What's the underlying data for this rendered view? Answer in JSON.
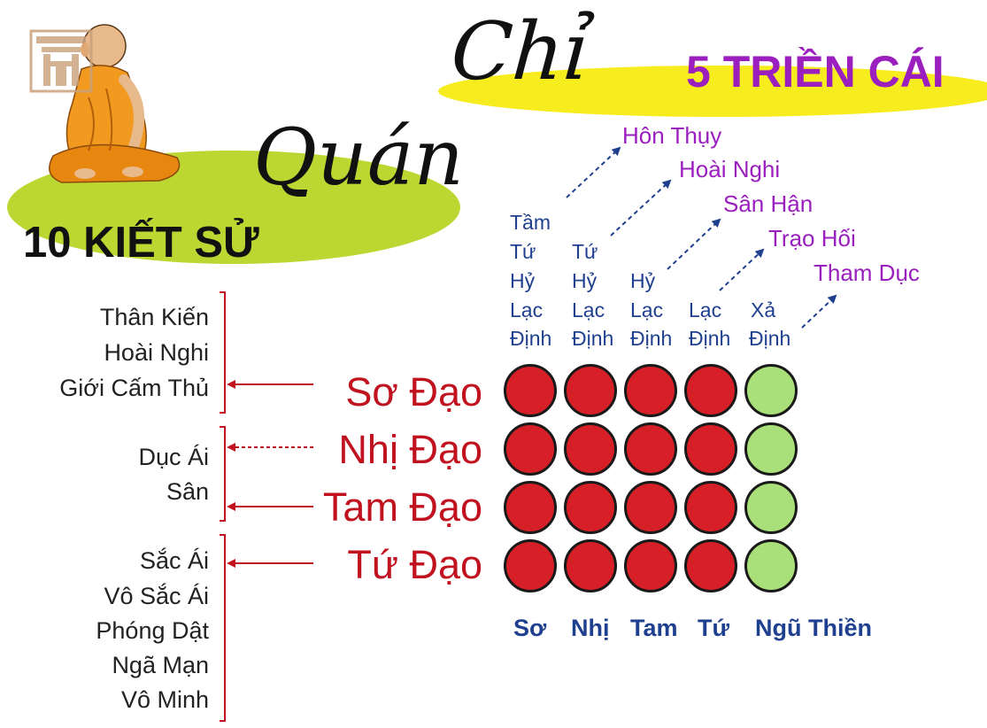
{
  "titles": {
    "chi": "Chỉ",
    "quan": "Quán",
    "trien_cai": "5 TRIỀN CÁI",
    "ket_su": "10 KIẾT SỬ"
  },
  "fetters": {
    "group1": [
      "Thân Kiến",
      "Hoài Nghi",
      "Giới Cấm Thủ"
    ],
    "group2": [
      "Dục Ái",
      "Sân"
    ],
    "group3": [
      "Sắc Ái",
      "Vô Sắc Ái",
      "Phóng Dật",
      "Ngã Mạn",
      "Vô Minh"
    ]
  },
  "paths": [
    "Sơ Đạo",
    "Nhị Đạo",
    "Tam Đạo",
    "Tứ Đạo"
  ],
  "jhana_factors": {
    "col1": [
      "Tầm",
      "Tứ",
      "Hỷ",
      "Lạc",
      "Định"
    ],
    "col2": [
      "Tứ",
      "Hỷ",
      "Lạc",
      "Định"
    ],
    "col3": [
      "Hỷ",
      "Lạc",
      "Định"
    ],
    "col4": [
      "Lạc",
      "Định"
    ],
    "col5": [
      "Xả",
      "Định"
    ]
  },
  "hindrances": [
    "Hôn Thụy",
    "Hoài Nghi",
    "Sân Hận",
    "Trạo Hối",
    "Tham Dục"
  ],
  "jhanas": [
    "Sơ",
    "Nhị",
    "Tam",
    "Tứ",
    "Ngũ Thiền"
  ],
  "colors": {
    "red_dot": "#d61f26",
    "green_dot": "#a9e07a",
    "purple": "#9b1fbf",
    "navy": "#1f3f8f",
    "red_text": "#c1121f",
    "yellow": "#f7ec1e",
    "green": "#bcd731"
  },
  "icons": {
    "monk": "seated-monk-illustration",
    "logo": "temple-logo-icon"
  }
}
